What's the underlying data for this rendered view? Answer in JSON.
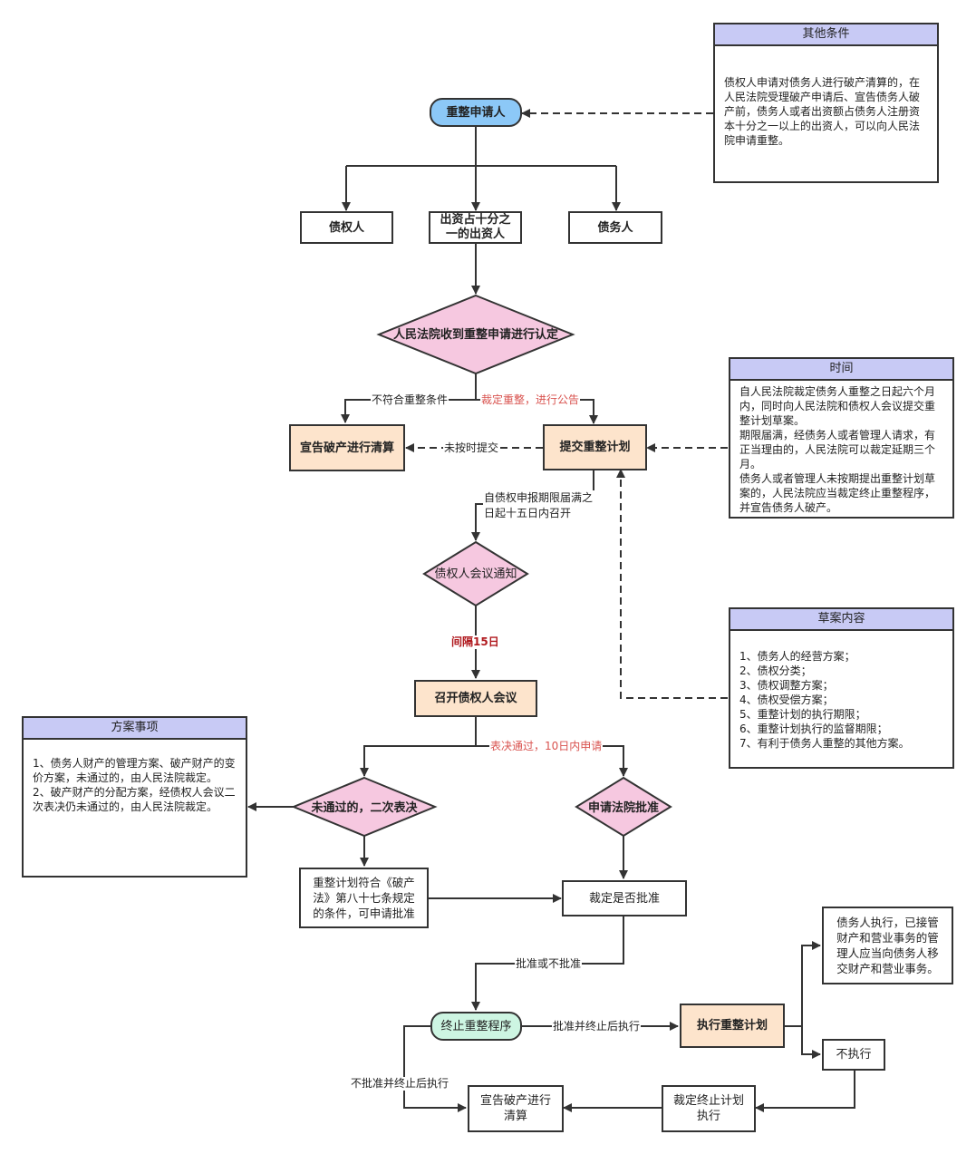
{
  "nodes": {
    "applicant": "重整申请人",
    "creditor": "债权人",
    "investor": "出资占十分之一的出资人",
    "debtor": "债务人",
    "court_review": "人民法院收到重整申请进行认定",
    "bankruptcy_liquidation_1": "宣告破产进行清算",
    "submit_plan": "提交重整计划",
    "creditor_notice": "债权人会议通知",
    "hold_meeting": "召开债权人会议",
    "second_vote": "未通过的，二次表决",
    "apply_approval": "申请法院批准",
    "plan_conforms": "重整计划符合《破产法》第八十七条规定的条件，可申请批准",
    "ruling_approve": "裁定是否批准",
    "terminate_procedure": "终止重整程序",
    "execute_plan": "执行重整计划",
    "not_execute": "不执行",
    "debtor_execute": "债务人执行，已接管财产和营业事务的管理人应当向债务人移交财产和营业事务。",
    "ruling_terminate": "裁定终止计划执行",
    "bankruptcy_liquidation_2": "宣告破产进行清算"
  },
  "edge_labels": {
    "not_meet": "不符合重整条件",
    "ruling_announce": "裁定重整，进行公告",
    "not_on_time": "未按时提交",
    "within_15_days": "自债权申报期限届满之日起十五日内召开",
    "interval": "间隔15日",
    "vote_passed": "表决通过，10日内申请",
    "approve_or_not": "批准或不批准",
    "approve_then_execute": "批准并终止后执行",
    "not_approve_then_execute": "不批准并终止后执行"
  },
  "notes": {
    "other_conditions": {
      "title": "其他条件",
      "body": "债权人申请对债务人进行破产清算的，在人民法院受理破产申请后、宣告债务人破产前，债务人或者出资额占债务人注册资本十分之一以上的出资人，可以向人民法院申请重整。"
    },
    "time": {
      "title": "时间",
      "body": "自人民法院裁定债务人重整之日起六个月内，同时向人民法院和债权人会议提交重整计划草案。\n期限届满，经债务人或者管理人请求，有正当理由的，人民法院可以裁定延期三个月。\n债务人或者管理人未按期提出重整计划草案的，人民法院应当裁定终止重整程序，并宣告债务人破产。"
    },
    "draft_content": {
      "title": "草案内容",
      "body": "1、债务人的经营方案；\n2、债权分类；\n3、债权调整方案；\n4、债权受偿方案；\n5、重整计划的执行期限；\n6、重整计划执行的监督期限；\n7、有利于债务人重整的其他方案。"
    },
    "plan_items": {
      "title": "方案事项",
      "body": "1、债务人财产的管理方案、破产财产的变价方案，未通过的，由人民法院裁定。\n2、破产财产的分配方案，经债权人会议二次表决仍未通过的，由人民法院裁定。"
    }
  },
  "colors": {
    "start": "#8cc8f7",
    "decision": "#f6c8e0",
    "process_highlight": "#fde4cc",
    "terminal": "#cdf5e2",
    "note_header": "#c8caf5",
    "label_red": "#d9534f",
    "label_darkred": "#b0191e"
  }
}
